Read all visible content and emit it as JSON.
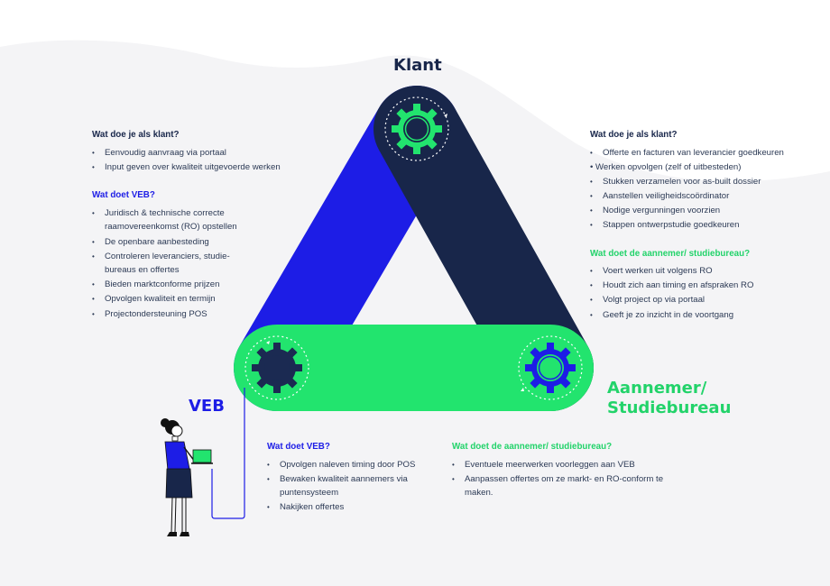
{
  "nodes": {
    "klant": "Klant",
    "veb": "VEB",
    "annemer_line1": "Aannemer/",
    "annemer_line2": "Studiebureau"
  },
  "colors": {
    "navy": "#18264a",
    "blue": "#1d1de6",
    "green": "#22d36a",
    "text": "#2c3a55"
  },
  "left_block": {
    "klant_heading": "Wat doe je als klant?",
    "klant_items": [
      "Eenvoudig aanvraag via portaal",
      "Input geven over kwaliteit uitgevoerde werken"
    ],
    "veb_heading": "Wat doet VEB?",
    "veb_items": [
      "Juridisch & technische correcte raamovereenkomst (RO) opstellen",
      "De openbare aanbesteding",
      "Controleren leveranciers, studie-bureaus en offertes",
      "Bieden marktconforme prijzen",
      "Opvolgen kwaliteit en termijn",
      "Projectondersteuning POS"
    ]
  },
  "right_block": {
    "klant_heading": "Wat doe je als klant?",
    "klant_items": [
      "Offerte en facturen van leverancier goedkeuren",
      "Werken opvolgen (zelf of uitbesteden)",
      "Stukken verzamelen voor as-built dossier",
      "Aanstellen veiligheidscoördinator",
      "Nodige vergunningen voorzien",
      "Stappen ontwerpstudie goedkeuren"
    ],
    "annemer_heading": "Wat doet de aannemer/ studiebureau?",
    "annemer_items": [
      "Voert werken uit volgens RO",
      "Houdt zich aan timing en afspraken RO",
      "Volgt project op via portaal",
      "Geeft je zo inzicht in de voortgang"
    ]
  },
  "bottom_middle": {
    "heading": "Wat doet VEB?",
    "items": [
      "Opvolgen naleven timing door POS",
      "Bewaken kwaliteit aannemers via puntensysteem",
      "Nakijken offertes"
    ]
  },
  "bottom_right": {
    "heading": "Wat doet de aannemer/ studiebureau?",
    "items": [
      "Eventuele meerwerken voorleggen aan VEB",
      "Aanpassen offertes om ze markt- en RO-conform te maken."
    ]
  },
  "icons": [
    "gear-icon",
    "person-with-laptop-icon"
  ]
}
